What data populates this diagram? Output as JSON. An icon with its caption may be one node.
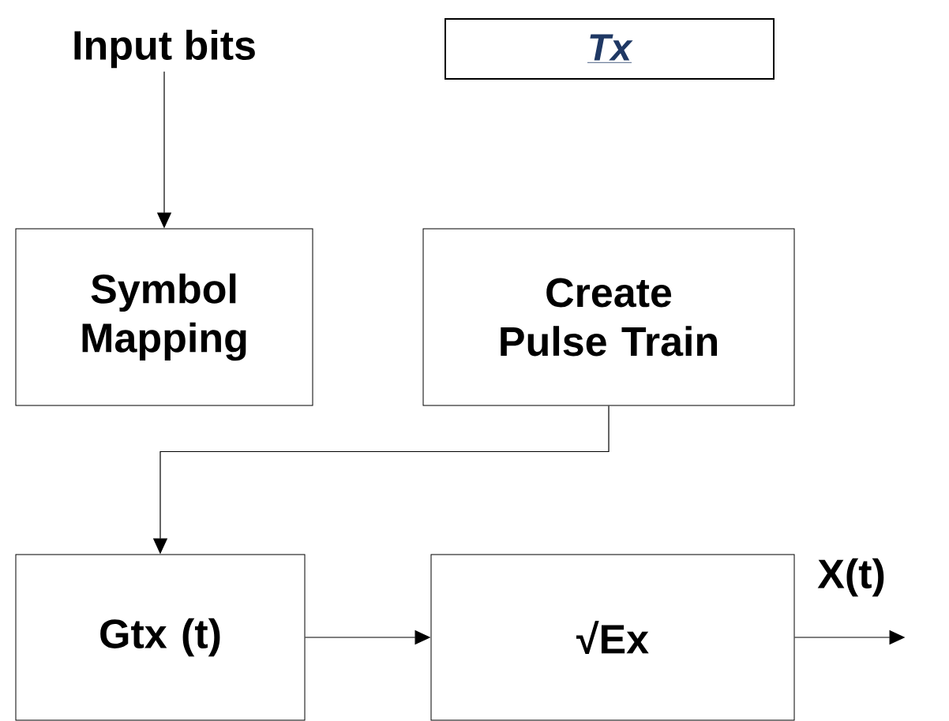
{
  "diagram": {
    "nodes": [
      {
        "text": [
          "Input bits"
        ]
      },
      {
        "text": [
          "Tx"
        ]
      },
      {
        "text": [
          "Symbol Mapping"
        ]
      },
      {
        "text": [
          "Create Pulse Train"
        ]
      },
      {
        "text": [
          "Gtx (t)"
        ]
      },
      {
        "text": [
          "√Ex"
        ]
      }
    ],
    "edges": [
      {
        "from": 0,
        "to": 2,
        "arrow": "to"
      },
      {
        "from": 3,
        "to": 4,
        "arrow": "to"
      },
      {
        "from": 4,
        "to": 5,
        "arrow": "to"
      },
      {
        "from": 5,
        "to": null,
        "arrow": "to",
        "label": "X(t)"
      }
    ]
  }
}
